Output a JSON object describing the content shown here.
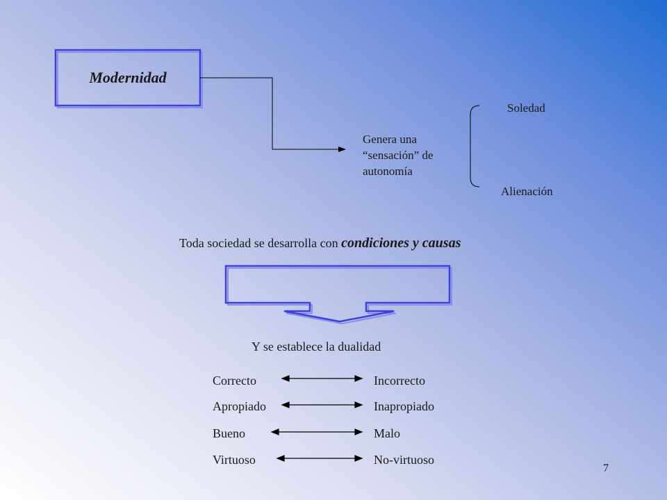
{
  "slide": {
    "page_number": "7",
    "top_box": {
      "label": "Modernidad"
    },
    "result_text": "Genera una “sensación” de autonomía",
    "bracket_items": [
      "Soledad",
      "Alienación"
    ],
    "conditions_line": {
      "text_before": "Toda sociedad se desarrolla con ",
      "emphasis": "condiciones y causas"
    },
    "duality_title": "Y se establece la dualidad",
    "duality_pairs": [
      {
        "left": "Correcto",
        "right": "Incorrecto"
      },
      {
        "left": "Apropiado",
        "right": "Inapropiado"
      },
      {
        "left": "Bueno",
        "right": "Malo"
      },
      {
        "left": "Virtuoso",
        "right": "No-virtuoso"
      }
    ],
    "colors": {
      "box_border": "#3b3fe0",
      "box_shadow": "#8a8ee8",
      "line": "#000000",
      "gradient_corner": "#1f6cd2"
    }
  }
}
